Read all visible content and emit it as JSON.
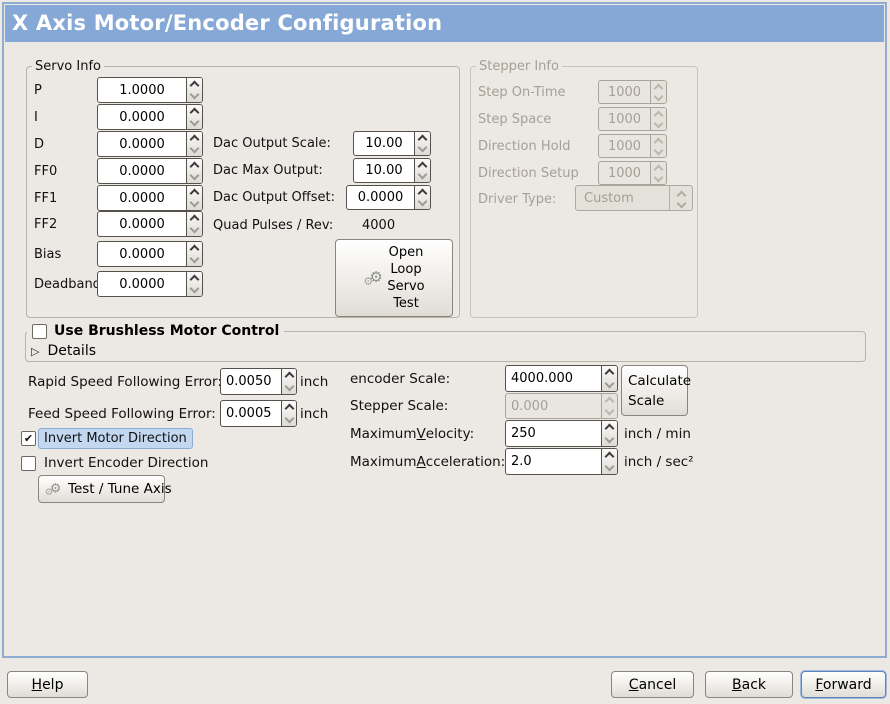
{
  "window": {
    "title": "X Axis Motor/Encoder Configuration"
  },
  "colors": {
    "titlebar": "#86A8D6",
    "page_border": "#8FACD3",
    "background": "#ECE9E4",
    "highlight_bg": "#C3D7F0",
    "highlight_border": "#8CACD6",
    "disabled_text": "#A5A096"
  },
  "icons": {
    "gears": "⚙",
    "expander": "▷",
    "check": "✔"
  },
  "servo": {
    "title": "Servo Info",
    "rows": [
      {
        "label": "P",
        "value": "1.0000"
      },
      {
        "label": "I",
        "value": "0.0000"
      },
      {
        "label": "D",
        "value": "0.0000"
      },
      {
        "label": "FF0",
        "value": "0.0000"
      },
      {
        "label": "FF1",
        "value": "0.0000"
      },
      {
        "label": "FF2",
        "value": "0.0000"
      },
      {
        "label": "Bias",
        "value": "0.0000"
      },
      {
        "label": "Deadband",
        "value": "0.0000"
      }
    ]
  },
  "dac": {
    "rows": [
      {
        "label": "Dac Output Scale:",
        "value": "10.00"
      },
      {
        "label": "Dac Max Output:",
        "value": "10.00"
      },
      {
        "label": "Dac Output Offset:",
        "value": "0.0000"
      }
    ],
    "quad_label": "Quad Pulses / Rev:",
    "quad_value": "4000"
  },
  "open_loop": {
    "lines": [
      "Open",
      "Loop",
      "Servo",
      "Test"
    ]
  },
  "stepper": {
    "title": "Stepper Info",
    "rows": [
      {
        "label": "Step On-Time",
        "value": "1000"
      },
      {
        "label": "Step Space",
        "value": "1000"
      },
      {
        "label": "Direction Hold",
        "value": "1000"
      },
      {
        "label": "Direction Setup",
        "value": "1000"
      }
    ],
    "driver_label": "Driver Type:",
    "driver_value": "Custom"
  },
  "brushless": {
    "label": "Use Brushless Motor Control",
    "details": "Details"
  },
  "following": {
    "rapid_label": "Rapid Speed Following Error:",
    "rapid_value": "0.0050",
    "rapid_unit": "inch",
    "feed_label": "Feed Speed Following Error:",
    "feed_value": "0.0005",
    "feed_unit": "inch"
  },
  "scales": {
    "encoder_label": "encoder Scale:",
    "encoder_value": "4000.000",
    "stepper_label": "Stepper Scale:",
    "stepper_value": "0.000",
    "calc_line1": "Calculate",
    "calc_line2": "Scale",
    "velocity": {
      "pre": "Maximum ",
      "mn": "V",
      "post": "elocity:",
      "value": "250",
      "unit": "inch / min"
    },
    "acceleration": {
      "pre": "Maximum ",
      "mn": "A",
      "post": "cceleration:",
      "value": "2.0",
      "unit": "inch / sec²"
    }
  },
  "invert": {
    "motor": "Invert Motor Direction",
    "encoder": "Invert Encoder Direction"
  },
  "test_tune": {
    "label": "Test / Tune Axis"
  },
  "actions": {
    "help": {
      "mn": "H",
      "post": "elp"
    },
    "cancel": {
      "mn": "C",
      "post": "ancel"
    },
    "back": {
      "mn": "B",
      "post": "ack"
    },
    "forward": {
      "mn": "F",
      "post": "orward"
    }
  }
}
